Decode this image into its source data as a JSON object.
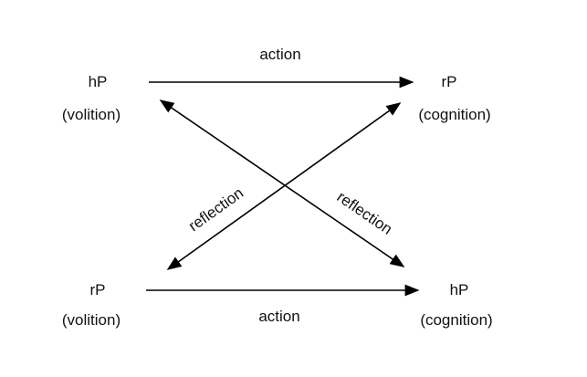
{
  "diagram": {
    "background_color": "#ffffff",
    "line_color": "#000000",
    "nodes": {
      "top_left": {
        "label": "hP",
        "sublabel": "(volition)"
      },
      "top_right": {
        "label": "rP",
        "sublabel": "(cognition)"
      },
      "bottom_left": {
        "label": "rP",
        "sublabel": "(volition)"
      },
      "bottom_right": {
        "label": "hP",
        "sublabel": "(cognition)"
      }
    },
    "edges": {
      "top_action": {
        "label": "action",
        "direction": "left-to-right"
      },
      "bottom_action": {
        "label": "action",
        "direction": "left-to-right"
      },
      "reflection_left": {
        "label": "reflection",
        "direction": "double-headed"
      },
      "reflection_right": {
        "label": "reflection",
        "direction": "double-headed"
      }
    }
  }
}
